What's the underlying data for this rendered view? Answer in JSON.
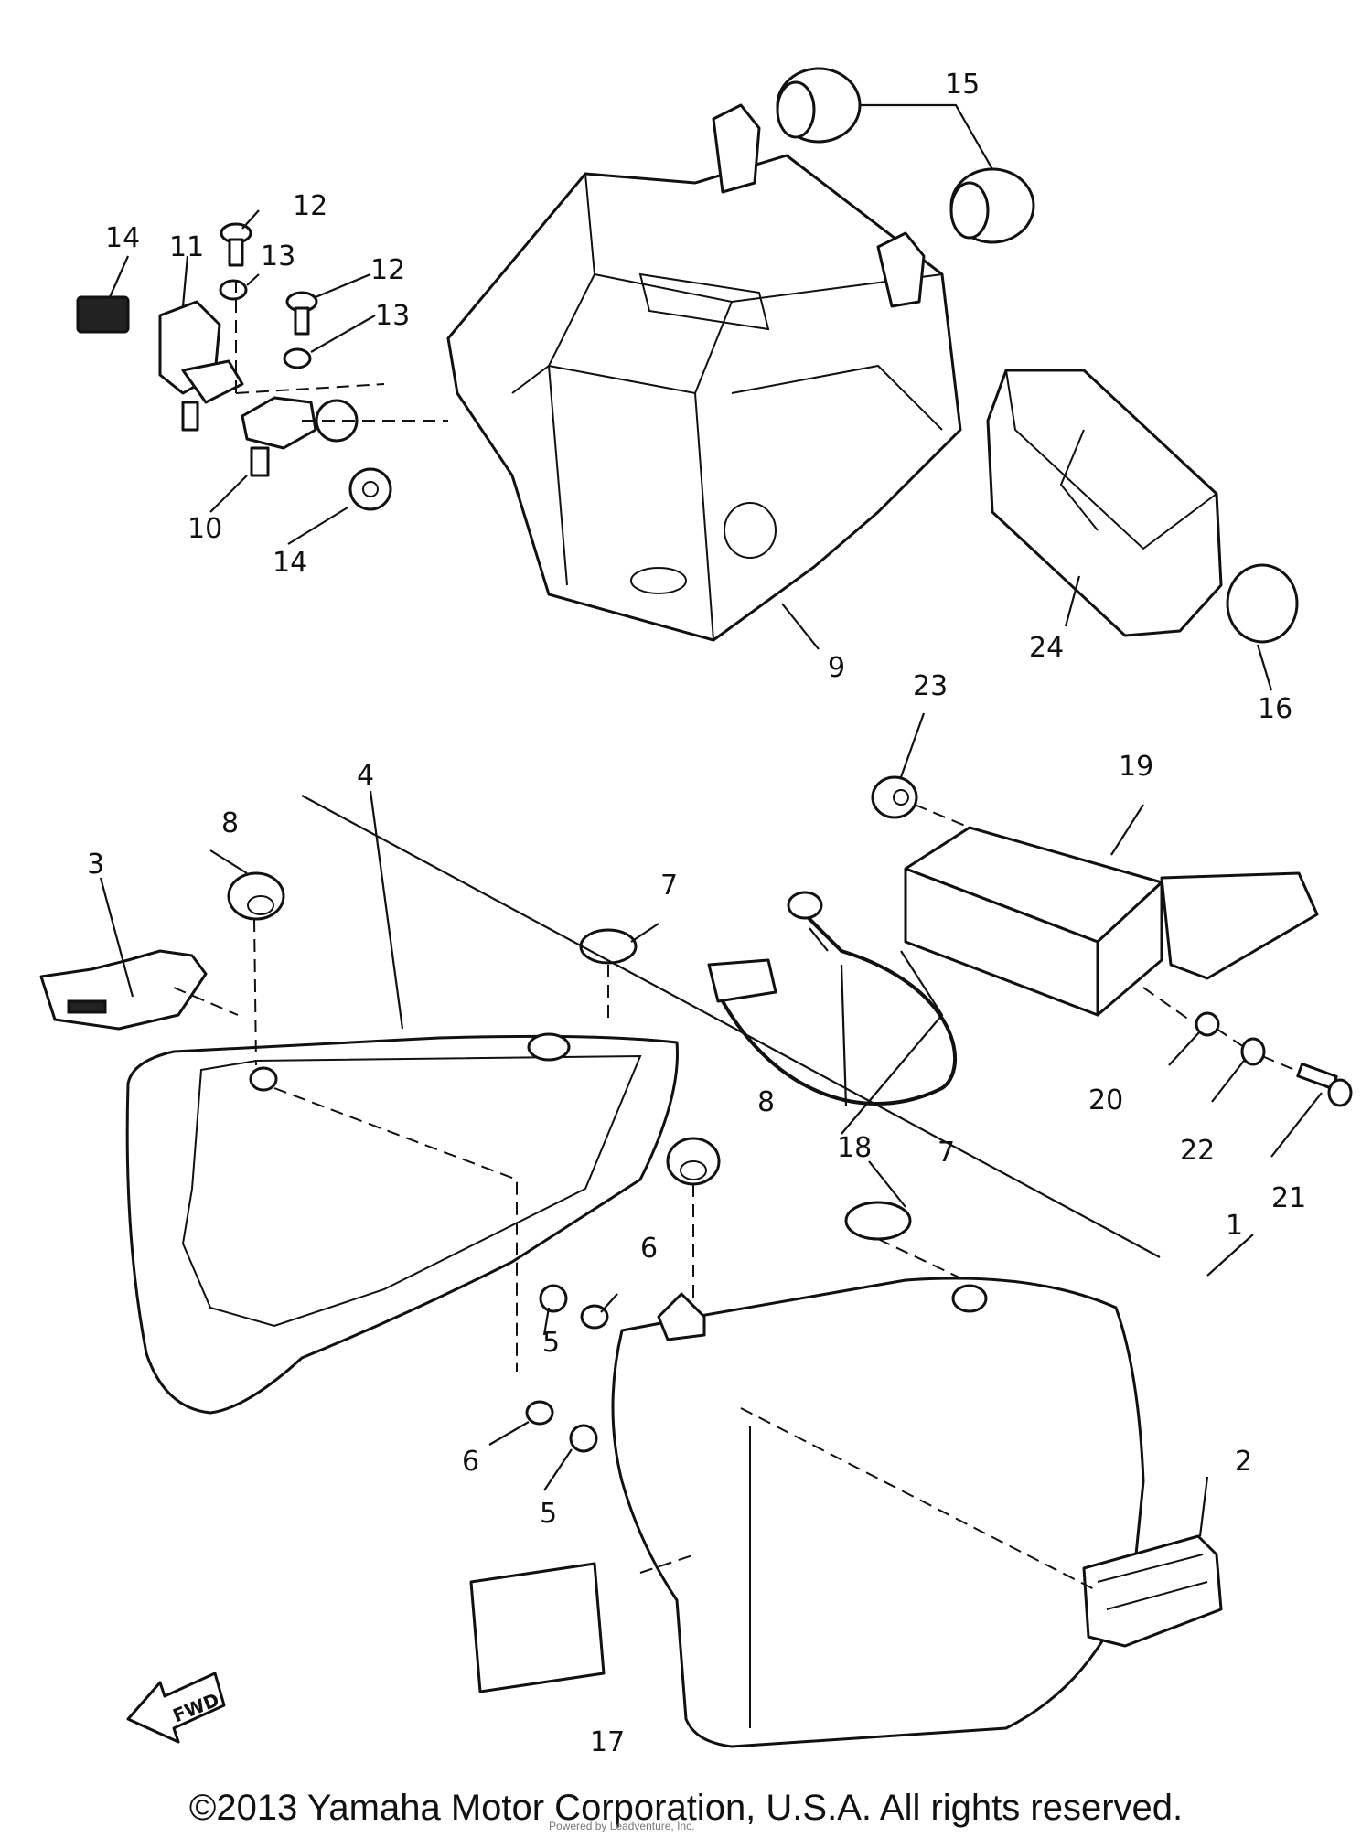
{
  "diagram": {
    "part_numbers": {
      "p1": "1",
      "p2": "2",
      "p3": "3",
      "p4": "4",
      "p5a": "5",
      "p5b": "5",
      "p6a": "6",
      "p6b": "6",
      "p7a": "7",
      "p7b": "7",
      "p8a": "8",
      "p8b": "8",
      "p9": "9",
      "p10": "10",
      "p11": "11",
      "p12a": "12",
      "p12b": "12",
      "p13a": "13",
      "p13b": "13",
      "p14a": "14",
      "p14b": "14",
      "p15": "15",
      "p16": "16",
      "p17": "17",
      "p18": "18",
      "p19": "19",
      "p20": "20",
      "p21": "21",
      "p22": "22",
      "p23": "23",
      "p24": "24"
    },
    "arrow_label": "FWD",
    "watermark_small": "Powered by Leadventure, Inc."
  },
  "footer": {
    "copyright": "©2013 Yamaha Motor Corporation, U.S.A. All rights reserved."
  }
}
